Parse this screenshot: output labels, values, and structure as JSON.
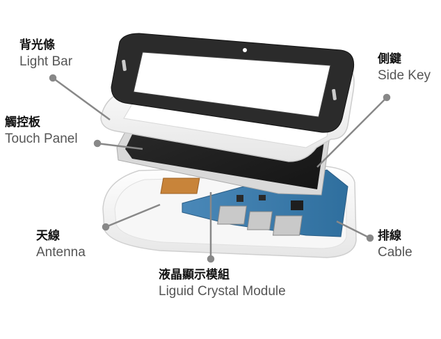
{
  "labels": {
    "light_bar": {
      "zh": "背光條",
      "en": "Light Bar"
    },
    "touch_panel": {
      "zh": "觸控板",
      "en": "Touch Panel"
    },
    "antenna": {
      "zh": "天線",
      "en": "Antenna"
    },
    "side_key": {
      "zh": "側鍵",
      "en": "Side Key"
    },
    "cable": {
      "zh": "排線",
      "en": "Cable"
    },
    "lcm": {
      "zh": "液晶顯示模組",
      "en": "Liguid Crystal Module"
    }
  },
  "colors": {
    "leader": "#888888",
    "bezel": "#2b2b2b",
    "frame": "#f4f4f4",
    "panel": "#222222",
    "pcb": "#3f7fb0",
    "flex": "#c8843a"
  }
}
